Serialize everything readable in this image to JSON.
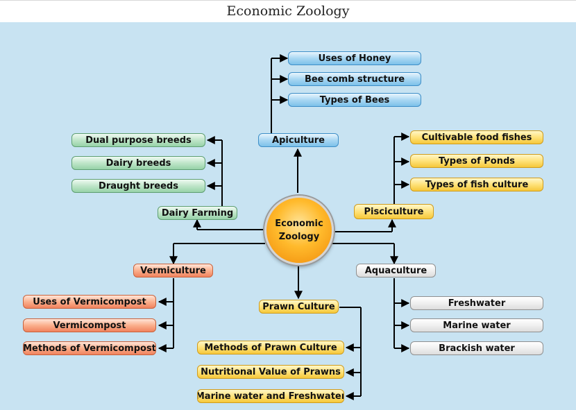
{
  "title": "Economic Zoology",
  "center": {
    "line1": "Economic",
    "line2": "Zoology"
  },
  "apiculture": {
    "label": "Apiculture",
    "items": [
      "Uses of Honey",
      "Bee comb structure",
      "Types of Bees"
    ]
  },
  "dairy": {
    "label": "Dairy Farming",
    "items": [
      "Dual purpose breeds",
      "Dairy breeds",
      "Draught breeds"
    ]
  },
  "pisciculture": {
    "label": "Pisciculture",
    "items": [
      "Cultivable food fishes",
      "Types of Ponds",
      "Types of fish culture"
    ]
  },
  "vermiculture": {
    "label": "Vermiculture",
    "items": [
      "Uses of Vermicompost",
      "Vermicompost",
      "Methods of Vermicompost"
    ]
  },
  "prawn": {
    "label": "Prawn Culture",
    "items": [
      "Methods of Prawn Culture",
      "Nutritional Value of Prawns",
      "Marine water and Freshwater"
    ]
  },
  "aquaculture": {
    "label": "Aquaculture",
    "items": [
      "Freshwater",
      "Marine water",
      "Brackish water"
    ]
  },
  "colors": {
    "connector": "#000000",
    "background": "#c8e3f2",
    "center": "#ffba2c"
  }
}
